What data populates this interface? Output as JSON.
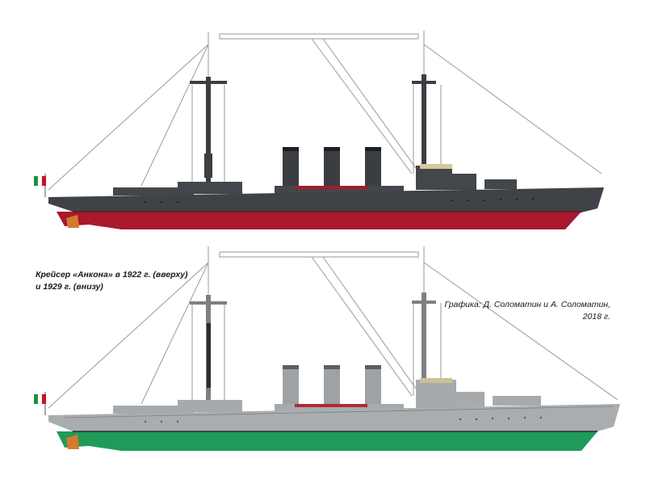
{
  "caption": {
    "line1": "Крейсер «Анкона» в 1922 г. (вверху)",
    "line2": "и 1929 г. (внизу)"
  },
  "credit": {
    "line1": "Графика: Д. Соломатин и А. Соломатин,",
    "line2": "2018 г."
  },
  "ships": [
    {
      "id": "ancona-1922",
      "hull_color": "#3f4246",
      "bottom_color": "#a8192d",
      "flag": "italian-ensign"
    },
    {
      "id": "ancona-1929",
      "hull_color": "#a9adaf",
      "bottom_color": "#1f9a58",
      "flag": "italian-ensign"
    }
  ]
}
